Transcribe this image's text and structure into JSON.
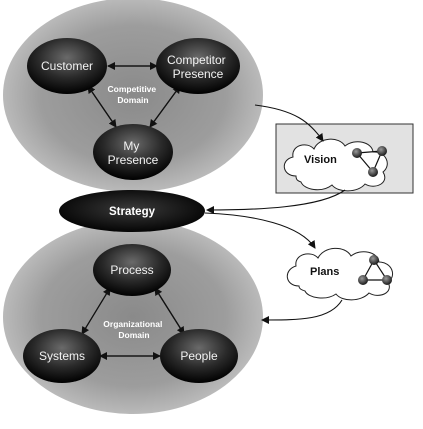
{
  "diagram": {
    "competitive": {
      "domain_label": [
        "Competitive",
        "Domain"
      ],
      "nodes": {
        "customer": [
          "Customer"
        ],
        "competitor": [
          "Competitor",
          "Presence"
        ],
        "my_presence": [
          "My",
          "Presence"
        ]
      }
    },
    "strategy": {
      "label": "Strategy"
    },
    "organizational": {
      "domain_label": [
        "Organizational",
        "Domain"
      ],
      "nodes": {
        "process": [
          "Process"
        ],
        "systems": [
          "Systems"
        ],
        "people": [
          "People"
        ]
      }
    },
    "vision": {
      "label": "Vision"
    },
    "plans": {
      "label": "Plans"
    }
  }
}
